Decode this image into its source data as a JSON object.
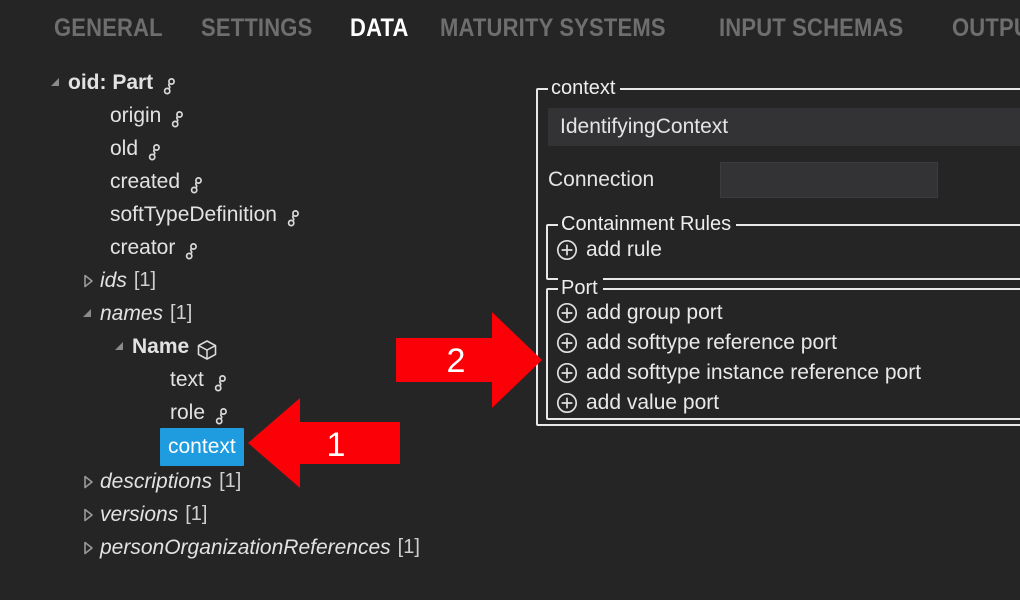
{
  "window": {
    "background": "#252526",
    "accent_selection": "#1f9cdf",
    "annotation_color": "#fb0007"
  },
  "tabs": [
    {
      "label": "GENERAL",
      "active": false
    },
    {
      "label": "SETTINGS",
      "active": false
    },
    {
      "label": "DATA",
      "active": true
    },
    {
      "label": "MATURITY SYSTEMS",
      "active": false
    },
    {
      "label": "INPUT SCHEMAS",
      "active": false
    },
    {
      "label": "OUTPUT SCHEM",
      "active": false
    }
  ],
  "tree": {
    "nodes": [
      {
        "label": "oid:  Part",
        "count": "",
        "indent": 0,
        "twisty": "expanded",
        "icon": "attribute-icon",
        "style": "bold",
        "selected": false
      },
      {
        "label": "origin",
        "count": "",
        "indent": 1,
        "twisty": "none",
        "icon": "attribute-icon",
        "style": "normal",
        "selected": false
      },
      {
        "label": "old",
        "count": "",
        "indent": 1,
        "twisty": "none",
        "icon": "attribute-icon",
        "style": "normal",
        "selected": false
      },
      {
        "label": "created",
        "count": "",
        "indent": 1,
        "twisty": "none",
        "icon": "attribute-icon",
        "style": "normal",
        "selected": false
      },
      {
        "label": "softTypeDefinition",
        "count": "",
        "indent": 1,
        "twisty": "none",
        "icon": "attribute-icon",
        "style": "normal",
        "selected": false
      },
      {
        "label": "creator",
        "count": "",
        "indent": 1,
        "twisty": "none",
        "icon": "attribute-icon",
        "style": "normal",
        "selected": false
      },
      {
        "label": "ids",
        "count": "[1]",
        "indent": 1,
        "twisty": "collapsed",
        "icon": "none",
        "style": "italic",
        "selected": false
      },
      {
        "label": "names",
        "count": "[1]",
        "indent": 1,
        "twisty": "expanded",
        "icon": "none",
        "style": "italic",
        "selected": false
      },
      {
        "label": "Name",
        "count": "",
        "indent": 2,
        "twisty": "expanded",
        "icon": "cube-icon",
        "style": "bold",
        "selected": false
      },
      {
        "label": "text",
        "count": "",
        "indent": 3,
        "twisty": "none",
        "icon": "attribute-icon",
        "style": "normal",
        "selected": false
      },
      {
        "label": "role",
        "count": "",
        "indent": 3,
        "twisty": "none",
        "icon": "attribute-icon",
        "style": "normal",
        "selected": false
      },
      {
        "label": "context",
        "count": "",
        "indent": 3,
        "twisty": "none",
        "icon": "none",
        "style": "normal",
        "selected": true
      },
      {
        "label": "descriptions",
        "count": "[1]",
        "indent": 1,
        "twisty": "collapsed",
        "icon": "none",
        "style": "italic",
        "selected": false
      },
      {
        "label": "versions",
        "count": "[1]",
        "indent": 1,
        "twisty": "collapsed",
        "icon": "none",
        "style": "italic",
        "selected": false
      },
      {
        "label": "personOrganizationReferences",
        "count": "[1]",
        "indent": 1,
        "twisty": "collapsed",
        "icon": "none",
        "style": "italic",
        "selected": false
      }
    ]
  },
  "editor": {
    "context_group_title": "context",
    "context_type": "IdentifyingContext",
    "connection_label": "Connection",
    "connection_value": "",
    "containment_group_title": "Containment Rules",
    "containment_actions": [
      {
        "label": "add rule"
      }
    ],
    "port_group_title": "Port",
    "port_actions": [
      {
        "label": "add group port"
      },
      {
        "label": "add softtype reference port"
      },
      {
        "label": "add softtype instance reference port"
      },
      {
        "label": "add value port"
      }
    ]
  },
  "annotations": [
    {
      "number": "1",
      "direction": "left"
    },
    {
      "number": "2",
      "direction": "right"
    }
  ]
}
